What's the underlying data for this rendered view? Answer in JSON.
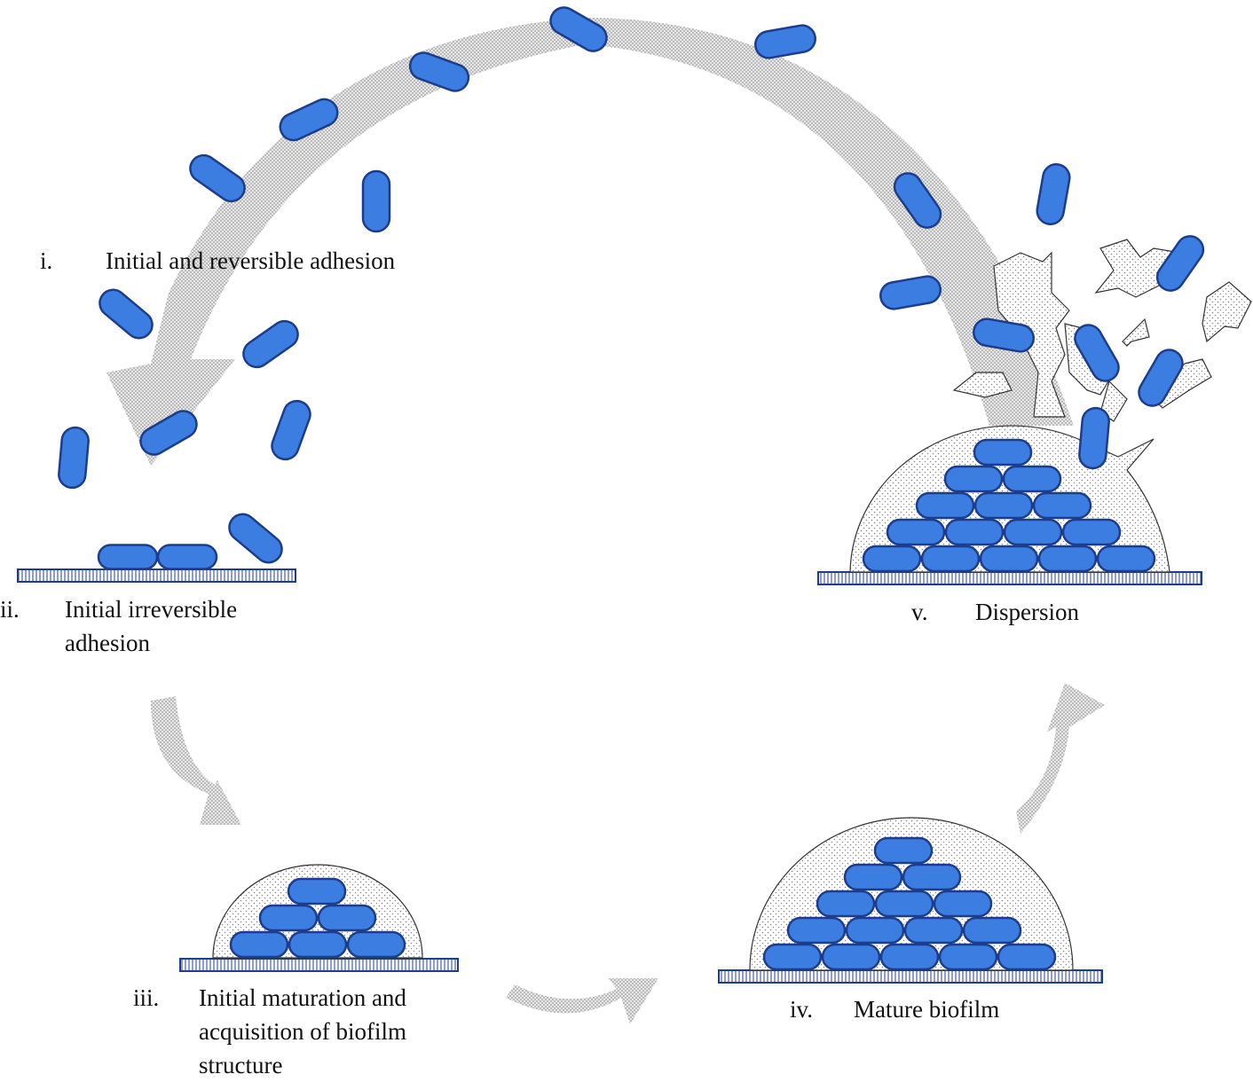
{
  "stages": [
    {
      "id": "i",
      "numeral": "i.",
      "lines": [
        "Initial and reversible adhesion"
      ]
    },
    {
      "id": "ii",
      "numeral": "ii.",
      "lines": [
        "Initial irreversible",
        "adhesion"
      ]
    },
    {
      "id": "iii",
      "numeral": "iii.",
      "lines": [
        "Initial maturation and",
        "acquisition of biofilm",
        "structure"
      ]
    },
    {
      "id": "iv",
      "numeral": "iv.",
      "lines": [
        "Mature biofilm"
      ]
    },
    {
      "id": "v",
      "numeral": "v.",
      "lines": [
        "Dispersion"
      ]
    }
  ],
  "colors": {
    "bacterium_fill": "#3b7de0",
    "bacterium_stroke": "#1d3d8c",
    "surface_stroke": "#1d3d8c",
    "matrix_dots": "#9a9a9a",
    "arrow_fill": "#d8d8d8"
  }
}
